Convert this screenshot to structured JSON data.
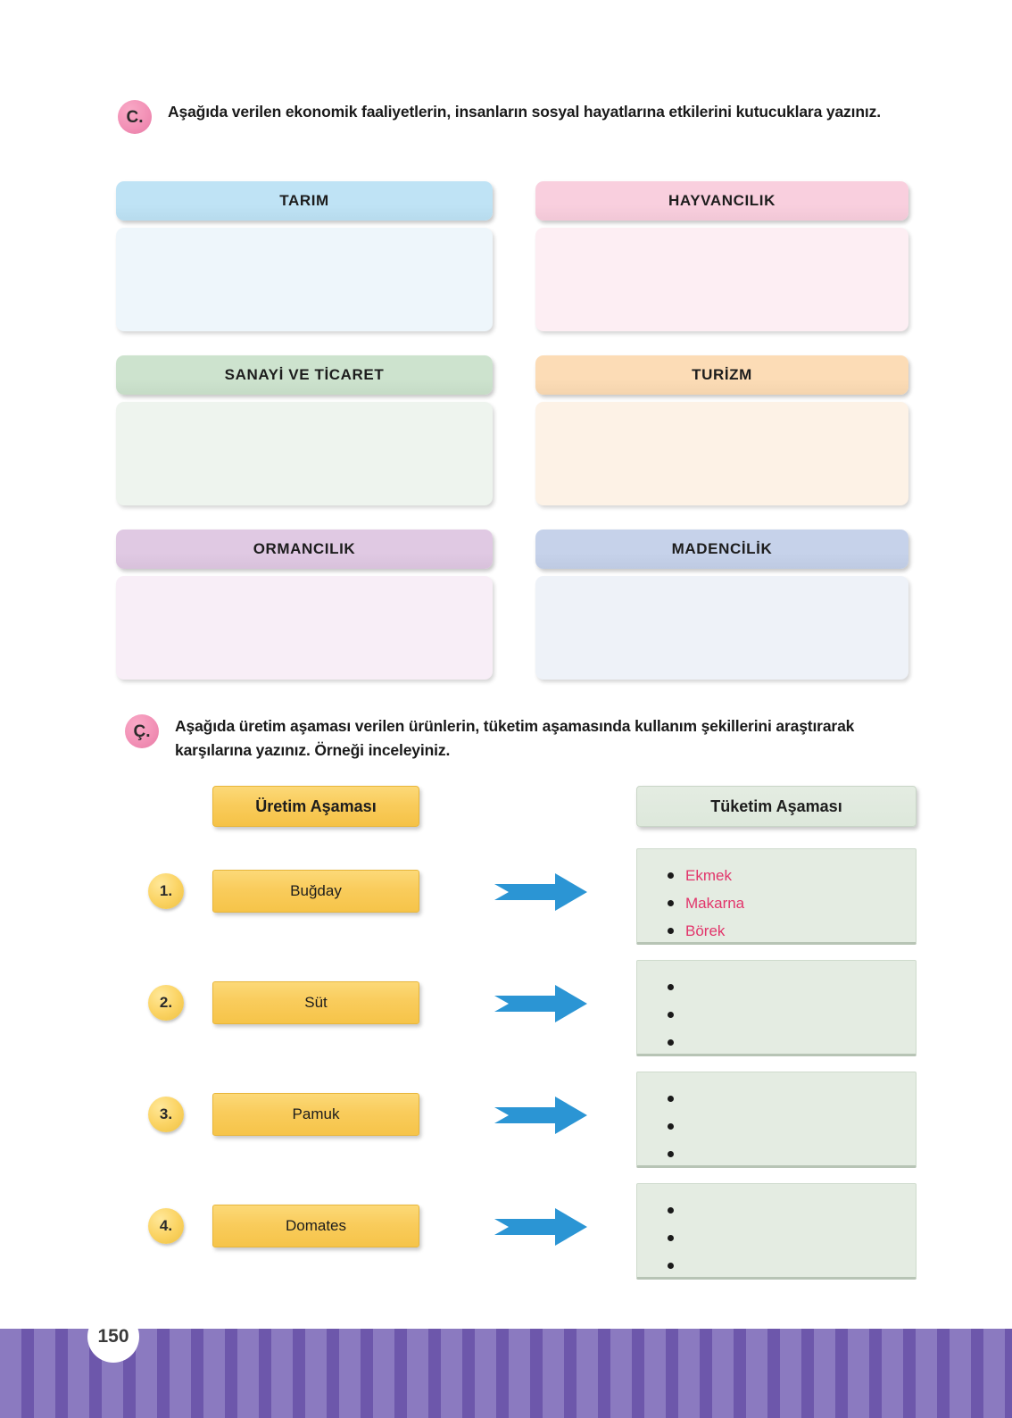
{
  "page": {
    "number": "150",
    "footer_color": "#6d57ab",
    "footer_stripe_light": "#8b7ac0"
  },
  "activity_c": {
    "badge": "C.",
    "badge_color": "#f291b6",
    "instruction": "Aşağıda verilen ekonomik faaliyetlerin, insanların sosyal hayatlarına etkilerini kutucuklara yazınız.",
    "categories": [
      {
        "label": "TARIM",
        "header_color": "#bfe3f5",
        "body_color": "#eef6fb"
      },
      {
        "label": "HAYVANCILIK",
        "header_color": "#f9cfde",
        "body_color": "#fdeef3"
      },
      {
        "label": "SANAYİ VE TİCARET",
        "header_color": "#cde3ce",
        "body_color": "#eef4ee"
      },
      {
        "label": "TURİZM",
        "header_color": "#fcdcb6",
        "body_color": "#fdf2e6"
      },
      {
        "label": "ORMANCILIK",
        "header_color": "#e0c9e3",
        "body_color": "#f8eef7"
      },
      {
        "label": "MADENCİLİK",
        "header_color": "#c6d2ea",
        "body_color": "#eef2f8"
      }
    ]
  },
  "activity_cc": {
    "badge": "Ç.",
    "badge_color": "#f291b6",
    "instruction": "Aşağıda üretim aşaması verilen ürünlerin, tüketim aşamasında kullanım şekillerini araştırarak karşılarına yazınız. Örneği inceleyiniz.",
    "columns": {
      "production": "Üretim Aşaması",
      "consumption": "Tüketim Aşaması"
    },
    "arrow_color": "#2b95d4",
    "answer_text_color": "#e2356b",
    "rows": [
      {
        "number": "1.",
        "product": "Buğday",
        "answers": [
          "Ekmek",
          "Makarna",
          "Börek"
        ]
      },
      {
        "number": "2.",
        "product": "Süt",
        "answers": [
          "",
          "",
          ""
        ]
      },
      {
        "number": "3.",
        "product": "Pamuk",
        "answers": [
          "",
          "",
          ""
        ]
      },
      {
        "number": "4.",
        "product": "Domates",
        "answers": [
          "",
          "",
          ""
        ]
      }
    ]
  }
}
